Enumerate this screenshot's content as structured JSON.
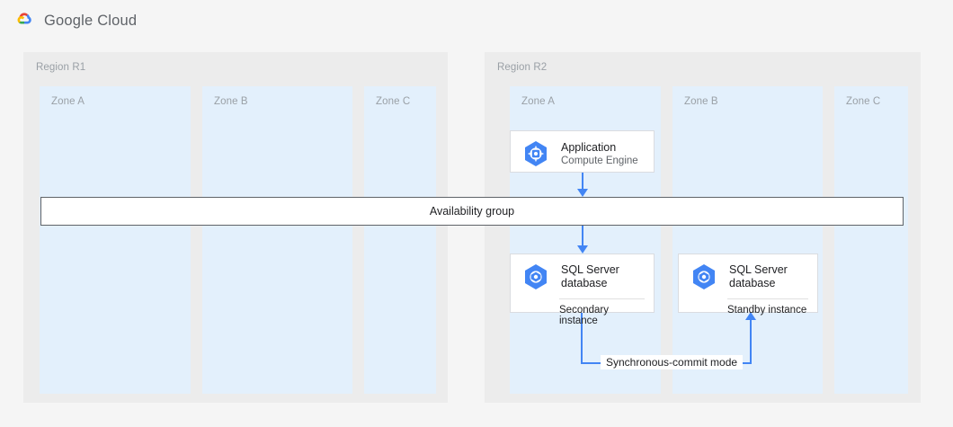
{
  "header": {
    "logo_icon": "google-cloud-logo",
    "wordmark": "Google Cloud"
  },
  "diagram": {
    "regions": [
      {
        "id": "r1",
        "label": "Region R1",
        "zones": [
          {
            "id": "r1-a",
            "label": "Zone A"
          },
          {
            "id": "r1-b",
            "label": "Zone B"
          },
          {
            "id": "r1-c",
            "label": "Zone C"
          }
        ]
      },
      {
        "id": "r2",
        "label": "Region R2",
        "zones": [
          {
            "id": "r2-a",
            "label": "Zone A"
          },
          {
            "id": "r2-b",
            "label": "Zone B"
          },
          {
            "id": "r2-c",
            "label": "Zone C"
          }
        ]
      }
    ],
    "availability_group": {
      "label": "Availability group"
    },
    "nodes": [
      {
        "id": "application",
        "icon": "compute-engine-icon",
        "title": "Application",
        "subtitle": "Compute Engine",
        "footer": null
      },
      {
        "id": "sql-secondary",
        "icon": "sql-server-database-icon",
        "title": "SQL Server",
        "subtitle": "database",
        "footer": "Secondary instance"
      },
      {
        "id": "sql-standby",
        "icon": "sql-server-database-icon",
        "title": "SQL Server",
        "subtitle": "database",
        "footer": "Standby instance"
      }
    ],
    "edges": [
      {
        "id": "app-to-ag",
        "label": null
      },
      {
        "id": "ag-to-secondary",
        "label": null
      },
      {
        "id": "secondary-to-standby",
        "label": "Synchronous-commit mode"
      }
    ]
  },
  "colors": {
    "page_background": "#f5f5f5",
    "region_background": "#ececec",
    "zone_background": "#e3f0fc",
    "connector_blue": "#4285f4",
    "card_background": "#ffffff",
    "card_border": "#dadce0",
    "label_gray": "#9aa0a6",
    "text_dark": "#202124",
    "google_blue": "#4285f4",
    "google_red": "#ea4335",
    "google_yellow": "#fbbc04",
    "google_green": "#34a853"
  }
}
